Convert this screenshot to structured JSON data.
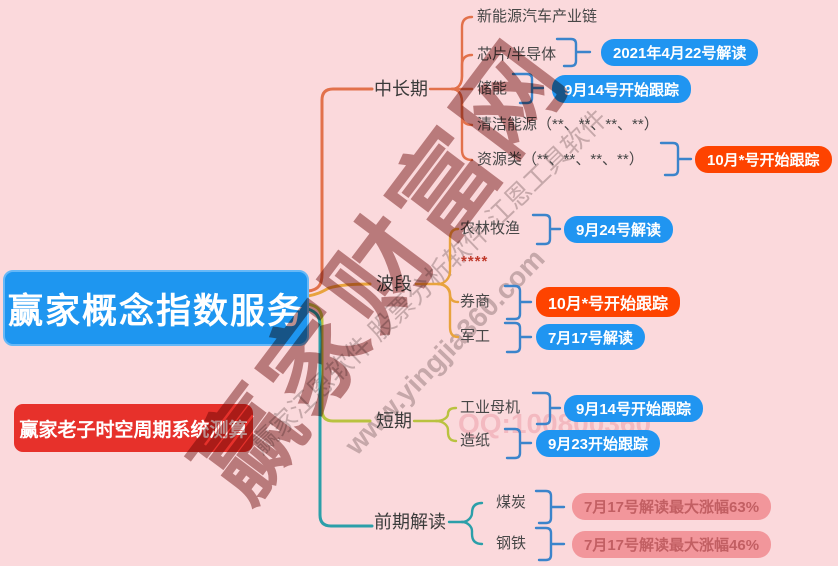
{
  "map": {
    "root": {
      "label": "赢家概念指数服务"
    },
    "note": {
      "label": "赢家老子时空周期系统测算"
    },
    "branches": [
      {
        "label": "中长期",
        "children": [
          {
            "label": "新能源汽车产业链"
          },
          {
            "label": "芯片/半导体",
            "tag": {
              "text": "2021年4月22号解读",
              "style": "blue"
            }
          },
          {
            "label": "储能",
            "tag": {
              "text": "9月14号开始跟踪",
              "style": "blue"
            }
          },
          {
            "label": "清洁能源（**、**、**、**）"
          },
          {
            "label": "资源类（**、**、**、**）",
            "tag": {
              "text": "10月*号开始跟踪",
              "style": "orange"
            }
          }
        ]
      },
      {
        "label": "波段",
        "children": [
          {
            "label": "农林牧渔",
            "tag": {
              "text": "9月24号解读",
              "style": "blue"
            }
          },
          {
            "label": "****"
          },
          {
            "label": "券商",
            "tag": {
              "text": "10月*号开始跟踪",
              "style": "orange"
            }
          },
          {
            "label": "军工",
            "tag": {
              "text": "7月17号解读",
              "style": "blue"
            }
          }
        ]
      },
      {
        "label": "短期",
        "children": [
          {
            "label": "工业母机",
            "tag": {
              "text": "9月14号开始跟踪",
              "style": "blue"
            }
          },
          {
            "label": "造纸",
            "tag": {
              "text": "9月23开始跟踪",
              "style": "blue"
            }
          }
        ]
      },
      {
        "label": "前期解读",
        "children": [
          {
            "label": "煤炭",
            "tag": {
              "text": "7月17号解读最大涨幅63%",
              "style": "pink"
            }
          },
          {
            "label": "钢铁",
            "tag": {
              "text": "7月17号解读最大涨幅46%",
              "style": "pink"
            }
          }
        ]
      }
    ]
  },
  "watermarks": {
    "brand": "赢家财富网",
    "software": "赢家江恩软件 股票分析软件 江恩工具软件",
    "url": "www.yingjia360.com",
    "qq": "QQ:100800360"
  },
  "colors": {
    "bg": "#fbd9dc",
    "root-blue": "#1e96f0",
    "note-red": "#e7312b",
    "tag-blue": "#2095f1",
    "tag-orange": "#fe4300",
    "tag-pink": "#f2969b",
    "tag-pink-text": "#c25f63",
    "line-orange": "#e2714b",
    "line-gold": "#e8a33d",
    "line-olive": "#b9c23f",
    "line-teal": "#2b9fa9",
    "line-blue": "#3b84cb"
  }
}
